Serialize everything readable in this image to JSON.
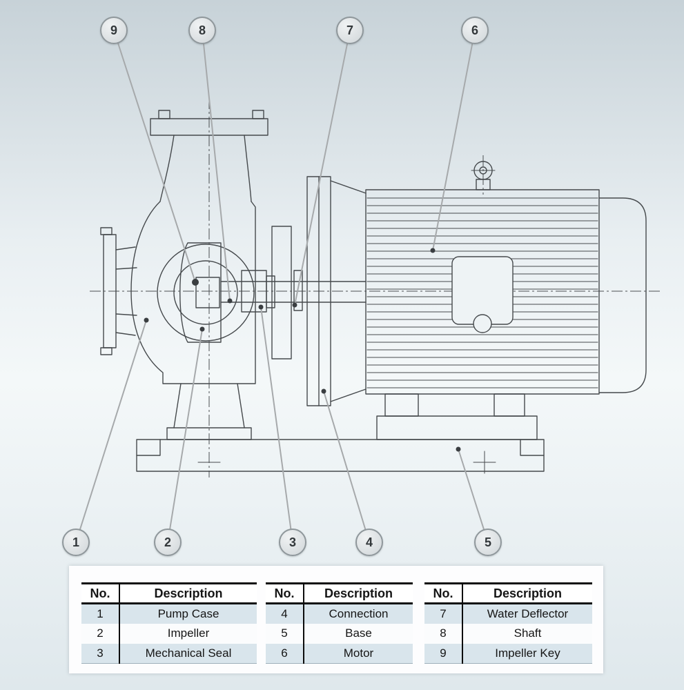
{
  "callouts": {
    "c1": "1",
    "c2": "2",
    "c3": "3",
    "c4": "4",
    "c5": "5",
    "c6": "6",
    "c7": "7",
    "c8": "8",
    "c9": "9"
  },
  "tables": [
    {
      "no_header": "No.",
      "desc_header": "Description",
      "rows": [
        {
          "no": "1",
          "desc": "Pump Case"
        },
        {
          "no": "2",
          "desc": "Impeller"
        },
        {
          "no": "3",
          "desc": "Mechanical Seal"
        }
      ]
    },
    {
      "no_header": "No.",
      "desc_header": "Description",
      "rows": [
        {
          "no": "4",
          "desc": "Connection"
        },
        {
          "no": "5",
          "desc": "Base"
        },
        {
          "no": "6",
          "desc": "Motor"
        }
      ]
    },
    {
      "no_header": "No.",
      "desc_header": "Description",
      "rows": [
        {
          "no": "7",
          "desc": "Water Deflector"
        },
        {
          "no": "8",
          "desc": "Shaft"
        },
        {
          "no": "9",
          "desc": "Impeller Key"
        }
      ]
    }
  ],
  "colors": {
    "drawing_line": "#45494c",
    "leader_line": "#a6a9ab",
    "table_row_alt": "#d9e5ec",
    "callout_fill": "#d8dde0",
    "callout_border": "#8f979b",
    "background_top": "#c7d2d8",
    "background_bottom": "#dfe8ec"
  }
}
